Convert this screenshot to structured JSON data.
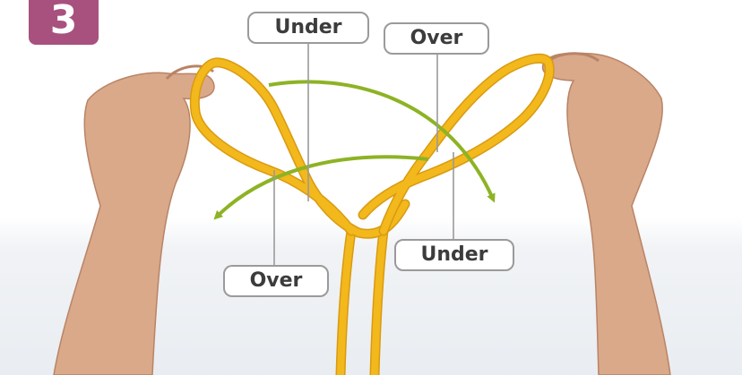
{
  "step": {
    "number": "3",
    "badge_color": "#a8517e"
  },
  "labels": {
    "top_left": "Under",
    "top_right": "Over",
    "bottom_right": "Under",
    "bottom_left": "Over"
  },
  "colors": {
    "rope": "#f2b81c",
    "rope_shadow": "#d99a10",
    "arrow": "#8db324",
    "skin": "#d9a98a",
    "skin_shadow": "#b98466",
    "leader_line": "#9a9a9a"
  }
}
